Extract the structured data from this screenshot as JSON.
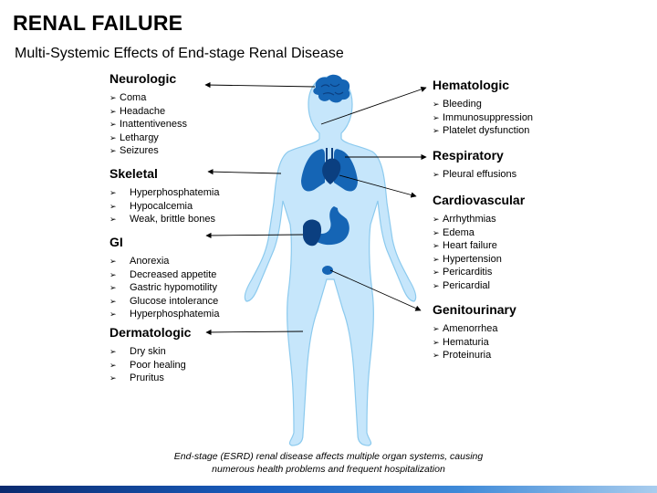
{
  "title": "RENAL FAILURE",
  "subtitle": "Multi-Systemic Effects of End-stage Renal Disease",
  "bullet": "➢",
  "sections": {
    "neurologic": {
      "heading": "Neurologic",
      "items": [
        "Coma",
        "Headache",
        "Inattentiveness",
        "Lethargy",
        "Seizures"
      ]
    },
    "skeletal": {
      "heading": "Skeletal",
      "items": [
        "Hyperphosphatemia",
        "Hypocalcemia",
        "Weak, brittle bones"
      ]
    },
    "gi": {
      "heading": "GI",
      "items": [
        "Anorexia",
        "Decreased appetite",
        "Gastric hypomotility",
        "Glucose intolerance",
        "Hyperphosphatemia"
      ]
    },
    "dermatologic": {
      "heading": "Dermatologic",
      "items": [
        "Dry skin",
        "Poor healing",
        "Pruritus"
      ]
    },
    "hematologic": {
      "heading": "Hematologic",
      "items": [
        "Bleeding",
        "Immunosuppression",
        "Platelet dysfunction"
      ]
    },
    "respiratory": {
      "heading": "Respiratory",
      "items": [
        "Pleural effusions"
      ]
    },
    "cardiovascular": {
      "heading": "Cardiovascular",
      "items": [
        "Arrhythmias",
        "Edema",
        "Heart failure",
        "Hypertension",
        "Pericarditis",
        "Pericardial"
      ]
    },
    "genitourinary": {
      "heading": "Genitourinary",
      "items": [
        "Amenorrhea",
        "Hematuria",
        "Proteinuria"
      ]
    }
  },
  "caption": {
    "line1": "End-stage (ESRD) renal disease affects multiple organ systems, causing",
    "line2": "numerous health problems and frequent hospitalization"
  },
  "colors": {
    "body_fill": "#c6e6fb",
    "body_stroke": "#7ec0ea",
    "organ": "#1565b5",
    "organ_dark": "#0b3f80",
    "arrow": "#000000"
  }
}
